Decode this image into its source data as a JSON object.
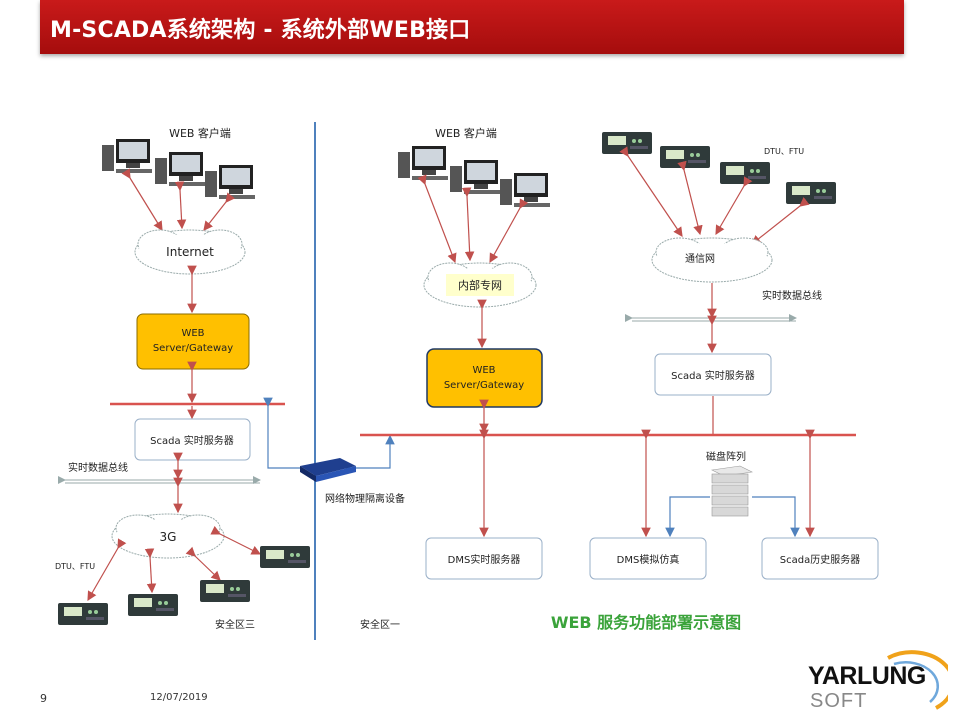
{
  "slide": {
    "title": "M-SCADA系统架构 - 系统外部WEB接口",
    "page_number": "9",
    "date": "12/07/2019"
  },
  "logo": {
    "top": "YARLUNG",
    "bottom": "SOFT"
  },
  "diagram": {
    "left": {
      "clients_label": "WEB 客户端",
      "cloud_label": "Internet",
      "gateway_line1": "WEB",
      "gateway_line2": "Server/Gateway",
      "scada_server": "Scada 实时服务器",
      "bus_label": "实时数据总线",
      "cloud2_label": "3G",
      "dtu_label": "DTU、FTU",
      "zone_label": "安全区三"
    },
    "middle": {
      "isolation_label": "网络物理隔离设备",
      "zone_label": "安全区一"
    },
    "right": {
      "clients_label": "WEB 客户端",
      "cloud_label": "内部专网",
      "gateway_line1": "WEB",
      "gateway_line2": "Server/Gateway",
      "dtu_label": "DTU、FTU",
      "comm_cloud_label": "通信网",
      "bus_label": "实时数据总线",
      "scada_server": "Scada 实时服务器",
      "disk_label": "磁盘阵列",
      "dms_server": "DMS实时服务器",
      "dms_sim": "DMS模拟仿真",
      "scada_history": "Scada历史服务器",
      "caption": "WEB 服务功能部署示意图"
    }
  },
  "colors": {
    "title_bar": "#b51212",
    "gateway_fill": "#ffc000",
    "bus": "#d9534f",
    "arrow": "#c0504d",
    "blue_link": "#4f81bd",
    "caption": "#3aa33a"
  }
}
